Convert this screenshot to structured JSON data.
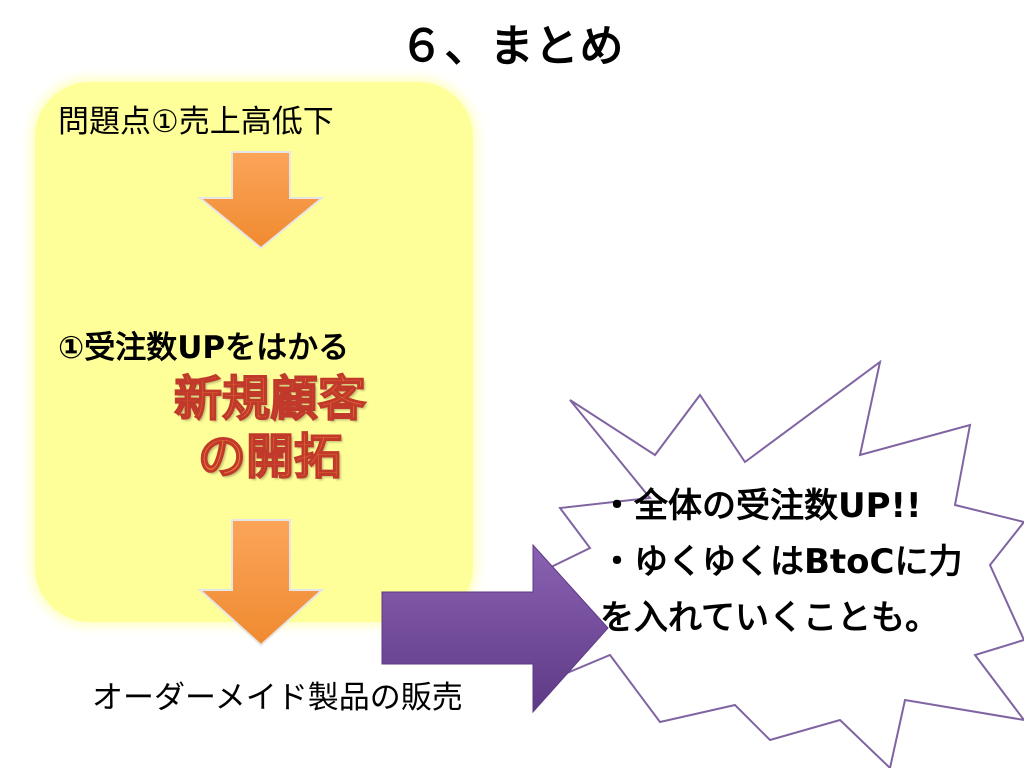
{
  "slide": {
    "title": "６、まとめ"
  },
  "panel": {
    "problem": "問題点①売上高低下",
    "measure": "①受注数UPをはかる",
    "highlight_line1": "新規顧客",
    "highlight_line2": "の開拓",
    "result": "オーダーメイド製品の販売"
  },
  "burst": {
    "line1": "・全体の受注数UP!!",
    "line2": "・ゆくゆくはBtoCに力",
    "line3": "を入れていくことも。"
  },
  "colors": {
    "panel_fill": "#ffff99",
    "down_arrow": "#f79646",
    "right_arrow": "#7b4f9e",
    "burst_outline": "#8064a2",
    "highlight": "#ed7d31"
  }
}
